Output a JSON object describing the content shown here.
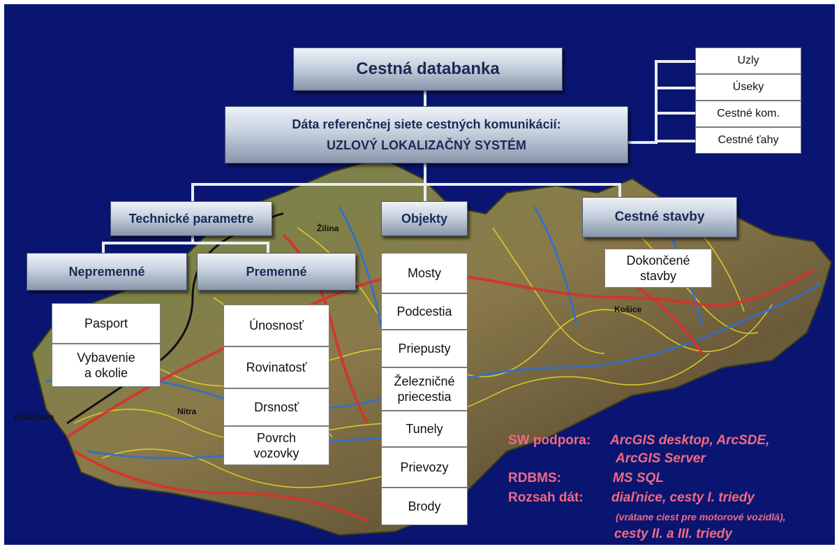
{
  "root": {
    "label": "Cestná databanka"
  },
  "reference": {
    "line1": "Dáta referenčnej siete cestných komunikácií:",
    "line2": "UZLOVÝ LOKALIZAČNÝ SYSTÉM"
  },
  "reference_items": [
    "Uzly",
    "Úseky",
    "Cestné kom.",
    "Cestné ťahy"
  ],
  "categories": {
    "technical": "Technické parametre",
    "objects": "Objekty",
    "construction": "Cestné stavby"
  },
  "technical_sub": {
    "fixed": "Nepremenné",
    "variable": "Premenné"
  },
  "fixed_items": [
    "Pasport",
    "Vybavenie a okolie"
  ],
  "variable_items": [
    "Únosnosť",
    "Rovinatosť",
    "Drsnosť",
    "Povrch vozovky"
  ],
  "object_items": [
    "Mosty",
    "Podcestia",
    "Priepusty",
    "Železničné priecestia",
    "Tunely",
    "Prievozy",
    "Brody"
  ],
  "construction_items": [
    "Dokončené stavby"
  ],
  "info": {
    "sw_label": "SW podpora:",
    "sw_value_1": "ArcGIS desktop, ArcSDE,",
    "sw_value_2": "ArcGIS Server",
    "rdbms_label": "RDBMS:",
    "rdbms_value": "MS SQL",
    "scope_label": "Rozsah dát:",
    "scope_value_1": "diaľnice, cesty I. triedy",
    "scope_note": "(vrátane ciest pre motorové vozidlá),",
    "scope_value_2": "cesty II. a III. triedy"
  },
  "map_labels": {
    "zilina": "Žilina",
    "kosice": "Košice",
    "nitra": "Nitra",
    "bratislava": "Bratislava"
  },
  "colors": {
    "background": "#0a1572",
    "info_text": "#f26a7e",
    "connector": "#e8edf4",
    "road_major": "#d8322a",
    "road_secondary": "#2f6fd0",
    "road_minor": "#f0e020"
  }
}
